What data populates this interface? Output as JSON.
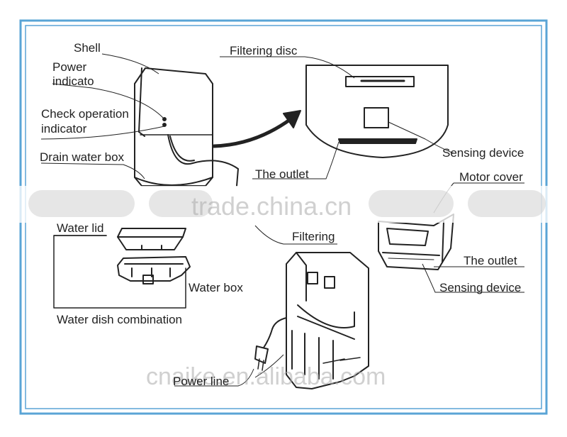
{
  "colors": {
    "frame": "#5aa4d6",
    "ink": "#222222",
    "watermark": "#aaaaaa"
  },
  "labels": {
    "shell": "Shell",
    "power_indicator_1": "Power",
    "power_indicator_2": "indicato",
    "check_operation_1": "Check operation",
    "check_operation_2": "indicator",
    "drain_water_box": "Drain water box",
    "water_lid": "Water lid",
    "water_box": "Water box",
    "water_dish_combination": "Water dish combination",
    "filtering_disc": "Filtering disc",
    "sensing_device_top": "Sensing device",
    "the_outlet_top": "The outlet",
    "motor_cover": "Motor cover",
    "filtering": "Filtering",
    "the_outlet_right": "The outlet",
    "sensing_device_right": "Sensing device",
    "power_line": "Power line"
  },
  "watermarks": {
    "center": "trade.china.cn",
    "bottom": "cnaike.en.alibaba.com"
  }
}
